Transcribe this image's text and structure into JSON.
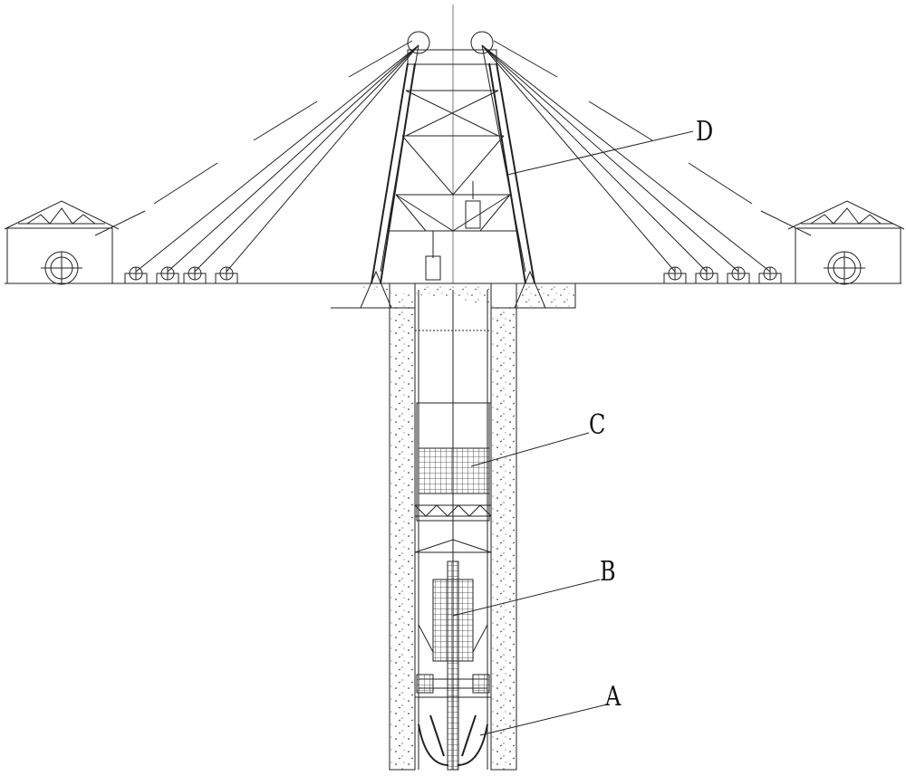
{
  "figure": {
    "labels": {
      "A": "A",
      "B": "B",
      "C": "C",
      "D": "D"
    },
    "line_color": "#222222",
    "background": "#ffffff"
  }
}
